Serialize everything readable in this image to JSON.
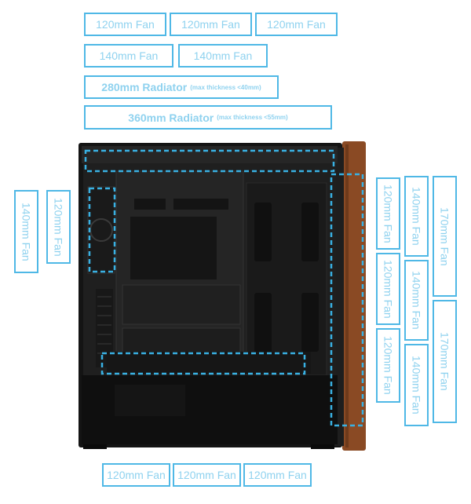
{
  "top_labels": {
    "row1": [
      "120mm Fan",
      "120mm Fan",
      "120mm Fan"
    ],
    "row2": [
      "140mm Fan",
      "140mm Fan"
    ],
    "radiator_280": {
      "main": "280mm Radiator",
      "note": "(max thickness <40mm)"
    },
    "radiator_360": {
      "main": "360mm Radiator",
      "note": "(max thickness <55mm)"
    }
  },
  "rear_labels": [
    "140mm Fan",
    "120mm Fan"
  ],
  "front_labels": {
    "col_120": [
      "120mm Fan",
      "120mm Fan",
      "120mm Fan"
    ],
    "col_140": [
      "140mm Fan",
      "140mm Fan",
      "140mm Fan"
    ],
    "col_170": [
      "170mm Fan",
      "170mm Fan"
    ]
  },
  "bottom_labels": [
    "120mm Fan",
    "120mm Fan",
    "120mm Fan"
  ],
  "colors": {
    "accent": "#4fb8e6",
    "case_body": "#141414",
    "wood": "#8a4a24"
  }
}
